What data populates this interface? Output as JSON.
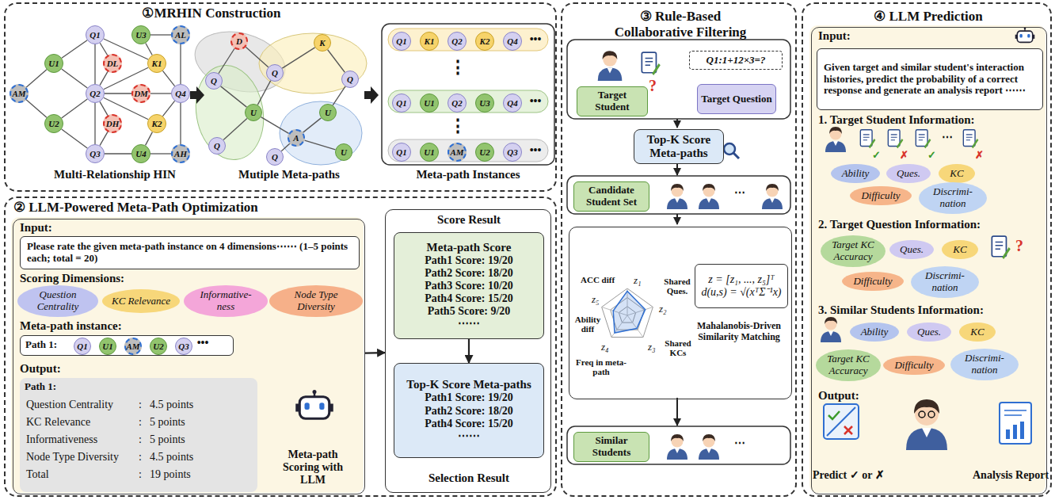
{
  "diagram": {
    "nodes": [
      {
        "text": [
          "①MRHIN Construction"
        ]
      },
      {
        "text": [
          "Q1"
        ],
        "in": 0
      },
      {
        "text": [
          "U3"
        ],
        "in": 0
      },
      {
        "text": [
          "AL"
        ],
        "in": 0
      },
      {
        "text": [
          "U1"
        ],
        "in": 0
      },
      {
        "text": [
          "DL"
        ],
        "in": 0
      },
      {
        "text": [
          "K1"
        ],
        "in": 0
      },
      {
        "text": [
          "AM"
        ],
        "in": 0
      },
      {
        "text": [
          "Q2"
        ],
        "in": 0
      },
      {
        "text": [
          "DM"
        ],
        "in": 0
      },
      {
        "text": [
          "Q4"
        ],
        "in": 0
      },
      {
        "text": [
          "U2"
        ],
        "in": 0
      },
      {
        "text": [
          "DH"
        ],
        "in": 0
      },
      {
        "text": [
          "K2"
        ],
        "in": 0
      },
      {
        "text": [
          "Q3"
        ],
        "in": 0
      },
      {
        "text": [
          "U4"
        ],
        "in": 0
      },
      {
        "text": [
          "AH"
        ],
        "in": 0
      },
      {
        "text": [
          "D"
        ],
        "in": 0
      },
      {
        "text": [
          "Q"
        ],
        "in": 0
      },
      {
        "text": [
          "Q"
        ],
        "in": 0
      },
      {
        "text": [
          "K"
        ],
        "in": 0
      },
      {
        "text": [
          "Q"
        ],
        "in": 0
      },
      {
        "text": [
          "U"
        ],
        "in": 0
      },
      {
        "text": [
          "U"
        ],
        "in": 0
      },
      {
        "text": [
          "Q"
        ],
        "in": 0
      },
      {
        "text": [
          "A"
        ],
        "in": 0
      },
      {
        "text": [
          "U"
        ],
        "in": 0
      },
      {
        "text": [
          "Q"
        ],
        "in": 0
      },
      {
        "text": [
          "Q1"
        ],
        "in": 0
      },
      {
        "text": [
          "K1"
        ],
        "in": 0
      },
      {
        "text": [
          "Q2"
        ],
        "in": 0
      },
      {
        "text": [
          "K2"
        ],
        "in": 0
      },
      {
        "text": [
          "Q4"
        ],
        "in": 0
      },
      {
        "text": [
          "Q1"
        ],
        "in": 0
      },
      {
        "text": [
          "U1"
        ],
        "in": 0
      },
      {
        "text": [
          "Q2"
        ],
        "in": 0
      },
      {
        "text": [
          "U3"
        ],
        "in": 0
      },
      {
        "text": [
          "Q4"
        ],
        "in": 0
      },
      {
        "text": [
          "Q1"
        ],
        "in": 0
      },
      {
        "text": [
          "U1"
        ],
        "in": 0
      },
      {
        "text": [
          "AM"
        ],
        "in": 0
      },
      {
        "text": [
          "U2"
        ],
        "in": 0
      },
      {
        "text": [
          "Q3"
        ],
        "in": 0
      },
      {
        "text": [
          "② LLM-Powered Meta-Path Optimization"
        ]
      },
      {
        "text": [
          "Input:",
          "Scoring Dimensions:",
          "Meta-path instance:",
          "Output:"
        ],
        "in": 43
      },
      {
        "text": [
          "Please rate the given meta-path instance on 4 dimensions⋯⋯ (1–5 points each; total = 20)"
        ],
        "in": 44
      },
      {
        "text": [
          "Question Centrality"
        ],
        "in": 44
      },
      {
        "text": [
          "KC Relevance"
        ],
        "in": 44
      },
      {
        "text": [
          "Informative- ness"
        ],
        "in": 44
      },
      {
        "text": [
          "Node Type Diversity"
        ],
        "in": 44
      },
      {
        "text": [
          "Path 1:"
        ],
        "in": 44
      },
      {
        "text": [
          "Q1"
        ],
        "in": 50
      },
      {
        "text": [
          "U1"
        ],
        "in": 50
      },
      {
        "text": [
          "AM"
        ],
        "in": 50
      },
      {
        "text": [
          "U2"
        ],
        "in": 50
      },
      {
        "text": [
          "Q3"
        ],
        "in": 50
      },
      {
        "text": [
          "Path 1:",
          "Question Centrality",
          ":",
          "4.5 points",
          "KC Relevance",
          ":",
          "5 points",
          "Informativeness",
          ":",
          "5 points",
          "Node Type Diversity",
          ":",
          "4.5 points",
          "Total",
          ":",
          "19 points"
        ],
        "in": 44
      },
      {
        "text": [
          "Score Result",
          "Selection Result"
        ],
        "in": 43
      },
      {
        "text": [
          "Meta-path Score",
          "Path1 Score: 19/20",
          "Path2 Score: 18/20",
          "Path3 Score: 10/20",
          "Path4 Score: 15/20",
          "Path5 Score: 9/20",
          "⋯⋯"
        ],
        "in": 57
      },
      {
        "text": [
          "Top-K Score Meta-paths",
          "Path1 Score: 19/20",
          "Path2 Score: 18/20",
          "Path4 Score: 15/20",
          "⋯⋯"
        ],
        "in": 57
      },
      {
        "text": [
          "③ Rule-Based Collaborative Filtering"
        ]
      },
      {
        "text": [
          "Q1:1+12×3=?"
        ],
        "in": 60
      },
      {
        "text": [
          "Target Student"
        ],
        "in": 60
      },
      {
        "text": [
          "Target Question"
        ],
        "in": 60
      },
      {
        "text": [
          "Top-K Score Meta-paths"
        ],
        "in": 60
      },
      {
        "text": [
          "Candidate Student Set"
        ],
        "in": 60
      },
      {
        "text": [
          "ACC diff",
          "z₁",
          "Shared Ques.",
          "z₂",
          "Shared KCs",
          "z₃",
          "Freq in meta-path",
          "z₄",
          "Ability diff",
          "z₅",
          "Mahalanobis-Driven Similarity Matching"
        ],
        "in": 60
      },
      {
        "text": [
          "z = [z₁, ..., z₅]ᵀ",
          "d(u,s) = √(xᵀΣ⁻¹x)"
        ],
        "in": 66
      },
      {
        "text": [
          "Similar Students"
        ],
        "in": 60
      },
      {
        "text": [
          "④ LLM Prediction"
        ]
      },
      {
        "text": [
          "Input:",
          "1. Target Student Information:",
          "2. Target Question Information:",
          "3. Similar Students Information:",
          "Output:"
        ],
        "in": 69
      },
      {
        "text": [
          "Given target and similar student's interaction histories, predict the probability of a correct response and generate an analysis report ⋯⋯"
        ],
        "in": 70
      },
      {
        "text": [
          "Ability"
        ],
        "in": 70
      },
      {
        "text": [
          "Ques."
        ],
        "in": 70
      },
      {
        "text": [
          "KC"
        ],
        "in": 70
      },
      {
        "text": [
          "Difficulty"
        ],
        "in": 70
      },
      {
        "text": [
          "Discrimi- nation"
        ],
        "in": 70
      },
      {
        "text": [
          "Target KC Accuracy"
        ],
        "in": 70
      },
      {
        "text": [
          "Ques."
        ],
        "in": 70
      },
      {
        "text": [
          "KC"
        ],
        "in": 70
      },
      {
        "text": [
          "Difficulty"
        ],
        "in": 70
      },
      {
        "text": [
          "Discrimi- nation"
        ],
        "in": 70
      },
      {
        "text": [
          "Ability"
        ],
        "in": 70
      },
      {
        "text": [
          "Ques."
        ],
        "in": 70
      },
      {
        "text": [
          "KC"
        ],
        "in": 70
      },
      {
        "text": [
          "Target KC Accuracy"
        ],
        "in": 70
      },
      {
        "text": [
          "Difficulty"
        ],
        "in": 70
      },
      {
        "text": [
          "Discrimi- nation"
        ],
        "in": 70
      }
    ],
    "edges": [
      {
        "from": 1,
        "to": 4,
        "arrow": "none"
      },
      {
        "from": 1,
        "to": 5,
        "arrow": "none"
      },
      {
        "from": 1,
        "to": 8,
        "arrow": "none"
      },
      {
        "from": 1,
        "to": 6,
        "arrow": "none"
      },
      {
        "from": 2,
        "to": 6,
        "arrow": "none"
      },
      {
        "from": 2,
        "to": 3,
        "arrow": "none"
      },
      {
        "from": 3,
        "to": 10,
        "arrow": "none"
      },
      {
        "from": 4,
        "to": 7,
        "arrow": "none"
      },
      {
        "from": 4,
        "to": 8,
        "arrow": "none"
      },
      {
        "from": 5,
        "to": 8,
        "arrow": "none"
      },
      {
        "from": 6,
        "to": 8,
        "arrow": "none"
      },
      {
        "from": 6,
        "to": 10,
        "arrow": "none"
      },
      {
        "from": 8,
        "to": 9,
        "arrow": "none"
      },
      {
        "from": 9,
        "to": 10,
        "arrow": "none"
      },
      {
        "from": 7,
        "to": 11,
        "arrow": "none"
      },
      {
        "from": 11,
        "to": 8,
        "arrow": "none"
      },
      {
        "from": 11,
        "to": 14,
        "arrow": "none"
      },
      {
        "from": 8,
        "to": 12,
        "arrow": "none"
      },
      {
        "from": 8,
        "to": 13,
        "arrow": "none"
      },
      {
        "from": 13,
        "to": 10,
        "arrow": "none"
      },
      {
        "from": 12,
        "to": 14,
        "arrow": "none"
      },
      {
        "from": 14,
        "to": 15,
        "arrow": "none"
      },
      {
        "from": 13,
        "to": 15,
        "arrow": "none"
      },
      {
        "from": 15,
        "to": 16,
        "arrow": "none"
      },
      {
        "from": 10,
        "to": 16,
        "arrow": "none"
      },
      {
        "from": 8,
        "to": 14,
        "arrow": "none"
      },
      {
        "from": 17,
        "to": 18,
        "arrow": "none"
      },
      {
        "from": 17,
        "to": 19,
        "arrow": "none"
      },
      {
        "from": 19,
        "to": 20,
        "arrow": "none"
      },
      {
        "from": 20,
        "to": 21,
        "arrow": "none"
      },
      {
        "from": 18,
        "to": 22,
        "arrow": "none"
      },
      {
        "from": 19,
        "to": 22,
        "arrow": "none"
      },
      {
        "from": 21,
        "to": 23,
        "arrow": "none"
      },
      {
        "from": 23,
        "to": 25,
        "arrow": "none"
      },
      {
        "from": 25,
        "to": 26,
        "arrow": "none"
      },
      {
        "from": 22,
        "to": 24,
        "arrow": "none"
      },
      {
        "from": 25,
        "to": 27,
        "arrow": "none"
      },
      {
        "from": 22,
        "to": 25,
        "arrow": "none"
      },
      {
        "from": 44,
        "to": 57,
        "arrow": "to"
      },
      {
        "from": 58,
        "to": 59,
        "arrow": "to"
      }
    ],
    "labels": [
      "Multi-Relationship HIN",
      "Mutiple Meta-paths",
      "•••",
      "⋮",
      "•••",
      "⋮",
      "•••",
      "Meta-path Instances",
      "•••",
      "Meta-path Scoring with LLM",
      "?",
      "⋯",
      "⋯",
      "✓",
      "✗",
      "✓",
      "⋯",
      "✗",
      "?",
      "Predict ✓ or ✗",
      "Analysis Report"
    ]
  }
}
